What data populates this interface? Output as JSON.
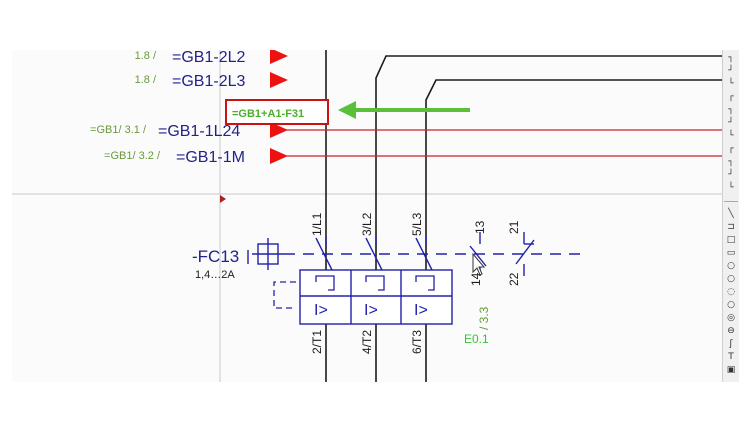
{
  "colors": {
    "wire": "#1c1c1c",
    "symbol": "#2222aa",
    "ref_text": "#6a9a3a",
    "target_text": "#22228a",
    "arrow_red": "#ee1111",
    "highlight_box": "#cc1111",
    "highlight_text": "#4caf2a",
    "pointer_arrow": "#5cbf3a",
    "terminal_green": "#35c435"
  },
  "crossrefs": [
    {
      "ref": "1.8 /",
      "target": "=GB1-2L2"
    },
    {
      "ref": "1.8 /",
      "target": "=GB1-2L3"
    },
    {
      "ref": "=GB1/ 3.1 /",
      "target": "=GB1-1L24"
    },
    {
      "ref": "=GB1/ 3.2 /",
      "target": "=GB1-1M"
    }
  ],
  "highlight_label": "=GB1+A1-F31",
  "device": {
    "tag": "-FC13",
    "range": "1,4…2A",
    "top_terminals": [
      "1/L1",
      "3/L2",
      "5/L3"
    ],
    "bottom_terminals": [
      "2/T1",
      "4/T2",
      "6/T3"
    ],
    "trip_symbol": "I>",
    "aux_contacts": [
      {
        "top": "13",
        "bottom": "14"
      },
      {
        "top": "21",
        "bottom": "22"
      }
    ],
    "aux_ref": "/ 3.3",
    "aux_label": "E0.1"
  },
  "toolbar": {
    "icons": [
      "line-tool-icon",
      "corner-icon",
      "corner-icon",
      "corner-icon",
      "corner-icon",
      "corner-icon",
      "corner-icon",
      "corner-icon",
      "corner-icon",
      "corner-icon",
      "corner-icon",
      "divider",
      "diagonal-line-icon",
      "polyline-icon",
      "rectangle-icon",
      "rectangle-icon",
      "circle-icon",
      "circle-icon",
      "circle-icon",
      "circle-icon",
      "circle-icon",
      "circle-icon",
      "arc-icon",
      "text-tool-icon",
      "image-tool-icon"
    ],
    "glyphs": [
      "┐",
      "┘",
      "└",
      "┌",
      "┐",
      "┘",
      "└",
      "┌",
      "┐",
      "┘",
      "└",
      "",
      "╲",
      "⊐",
      "□",
      "▭",
      "○",
      "○",
      "◌",
      "○",
      "◎",
      "⊖",
      "ʃ",
      "T",
      "▣"
    ]
  }
}
